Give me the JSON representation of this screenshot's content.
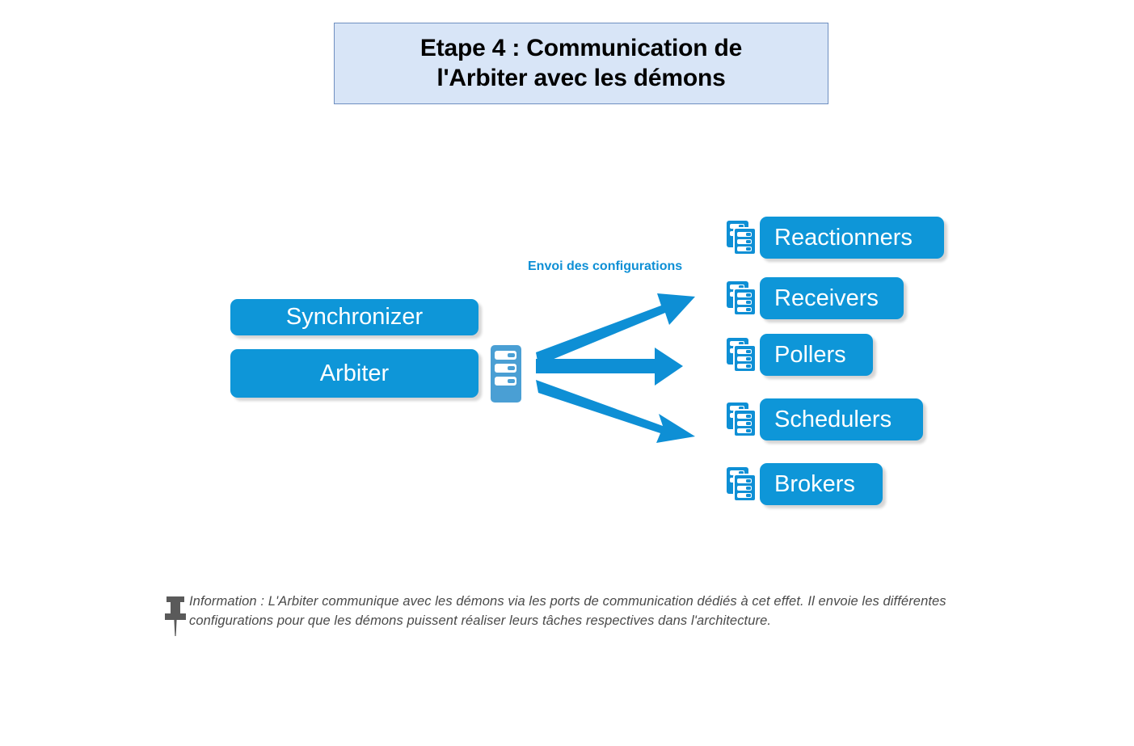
{
  "title": {
    "line1": "Etape 4 : Communication de",
    "line2": "l'Arbiter avec les démons",
    "background": "#d8e5f7",
    "border_color": "#6f8fc0"
  },
  "colors": {
    "node_blue": "#0e96d8",
    "icon_blue": "#0e8fd5",
    "server_icon_blue": "#4a9fd4",
    "arrow_blue": "#0e8fd5",
    "text_white": "#ffffff",
    "footer_text": "#4a4a4a"
  },
  "left_nodes": [
    {
      "id": "synchronizer",
      "label": "Synchronizer"
    },
    {
      "id": "arbiter",
      "label": "Arbiter"
    }
  ],
  "server_icon": {
    "name": "server-icon",
    "slots": 3
  },
  "flow": {
    "label": "Envoi des configurations",
    "arrow_count": 3,
    "arrows": [
      {
        "id": "arrow-up",
        "direction": "up-right"
      },
      {
        "id": "arrow-straight",
        "direction": "right"
      },
      {
        "id": "arrow-down",
        "direction": "down-right"
      }
    ]
  },
  "daemons": [
    {
      "id": "reactionners",
      "label": "Reactionners",
      "icon": "stacked-servers-icon"
    },
    {
      "id": "receivers",
      "label": "Receivers",
      "icon": "stacked-servers-icon"
    },
    {
      "id": "pollers",
      "label": "Pollers",
      "icon": "stacked-servers-icon"
    },
    {
      "id": "schedulers",
      "label": "Schedulers",
      "icon": "stacked-servers-icon"
    },
    {
      "id": "brokers",
      "label": "Brokers",
      "icon": "stacked-servers-icon"
    }
  ],
  "footer": {
    "icon": "pushpin-icon",
    "text": "Information : L'Arbiter communique avec les démons via les ports de communication dédiés à cet effet. Il envoie les différentes configurations pour que les démons puissent réaliser leurs tâches respectives dans l'architecture."
  }
}
